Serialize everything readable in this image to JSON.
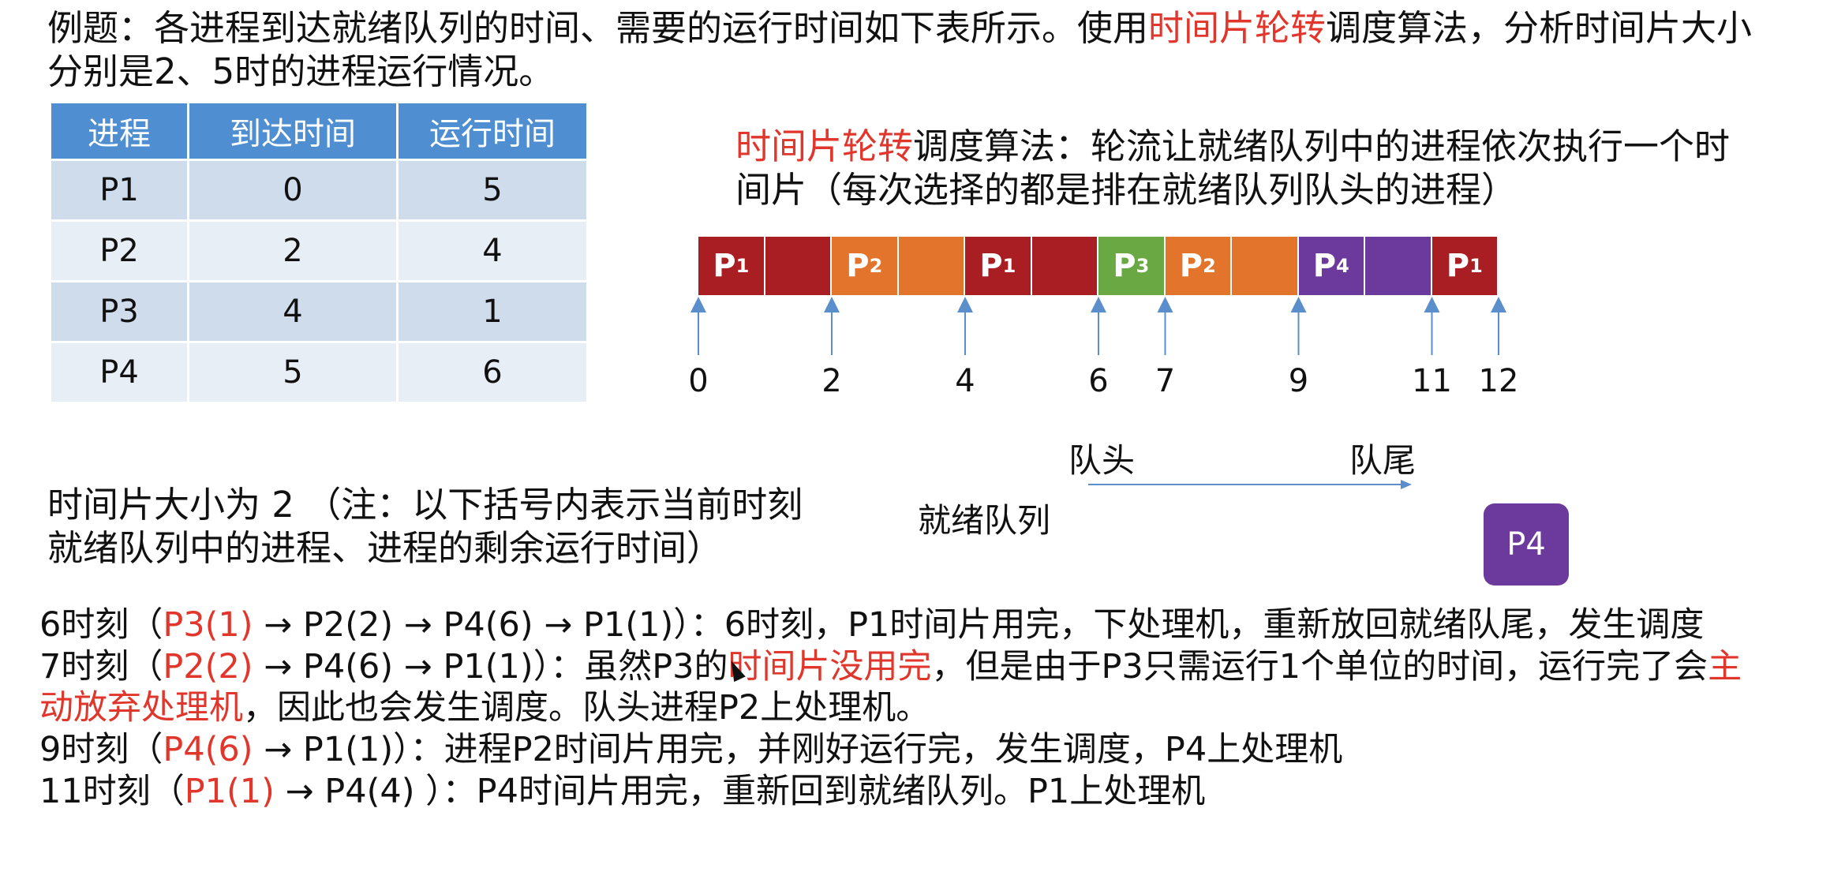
{
  "intro": {
    "part1": "例题：各进程到达就绪队列的时间、需要的运行时间如下表所示。使用",
    "highlight": "时间片轮转",
    "part2": "调度算法，分析时间片大小分别是2、5时的进程运行情况。"
  },
  "table": {
    "headers": [
      "进程",
      "到达时间",
      "运行时间"
    ],
    "rows": [
      [
        "P1",
        "0",
        "5"
      ],
      [
        "P2",
        "2",
        "4"
      ],
      [
        "P3",
        "4",
        "1"
      ],
      [
        "P4",
        "5",
        "6"
      ]
    ]
  },
  "rr_desc": {
    "highlight": "时间片轮转",
    "rest": "调度算法：轮流让就绪队列中的进程依次执行一个时间片（每次选择的都是排在就绪队列队头的进程）"
  },
  "gantt": {
    "colors": {
      "P1": "#a81e22",
      "P2": "#e2742b",
      "P3": "#6aa844",
      "P4": "#6b3a9c"
    },
    "segments": [
      {
        "proc": "P1",
        "label": "P",
        "sub": "1"
      },
      {
        "proc": "P1",
        "label": "",
        "sub": ""
      },
      {
        "proc": "P2",
        "label": "P",
        "sub": "2"
      },
      {
        "proc": "P2",
        "label": "",
        "sub": ""
      },
      {
        "proc": "P1",
        "label": "P",
        "sub": "1"
      },
      {
        "proc": "P1",
        "label": "",
        "sub": ""
      },
      {
        "proc": "P3",
        "label": "P",
        "sub": "3"
      },
      {
        "proc": "P2",
        "label": "P",
        "sub": "2"
      },
      {
        "proc": "P2",
        "label": "",
        "sub": ""
      },
      {
        "proc": "P4",
        "label": "P",
        "sub": "4"
      },
      {
        "proc": "P4",
        "label": "",
        "sub": ""
      },
      {
        "proc": "P1",
        "label": "P",
        "sub": "1"
      }
    ],
    "ticks": [
      "0",
      "2",
      "4",
      "6",
      "7",
      "9",
      "11",
      "12"
    ]
  },
  "queue": {
    "head": "队头",
    "tail": "队尾",
    "label": "就绪队列",
    "item": "P4"
  },
  "ts_note": "时间片大小为 2 （注：以下括号内表示当前时刻就绪队列中的进程、进程的剩余运行时间）",
  "steps": [
    {
      "time": "6时刻（",
      "red": "P3(1)",
      "rest": " → P2(2) → P4(6) → P1(1)）：6时刻，P1时间片用完，下处理机，重新放回就绪队尾，发生调度"
    },
    {
      "time": "7时刻（",
      "red": "P2(2)",
      "rest": " → P4(6) → P1(1)）：虽然P3的",
      "red2": "时间片没用完",
      "rest2": "，但是由于P3只需运行1个单位的时间，运行完了会",
      "red3": "主动放弃处理机",
      "rest3": "，因此也会发生调度。队头进程P2上处理机。"
    },
    {
      "time": "9时刻（",
      "red": "P4(6)",
      "rest": " → P1(1)）：进程P2时间片用完，并刚好运行完，发生调度，P4上处理机"
    },
    {
      "time": "11时刻（",
      "red": "P1(1)",
      "rest": " → P4(4) ）：P4时间片用完，重新回到就绪队列。P1上处理机"
    }
  ]
}
